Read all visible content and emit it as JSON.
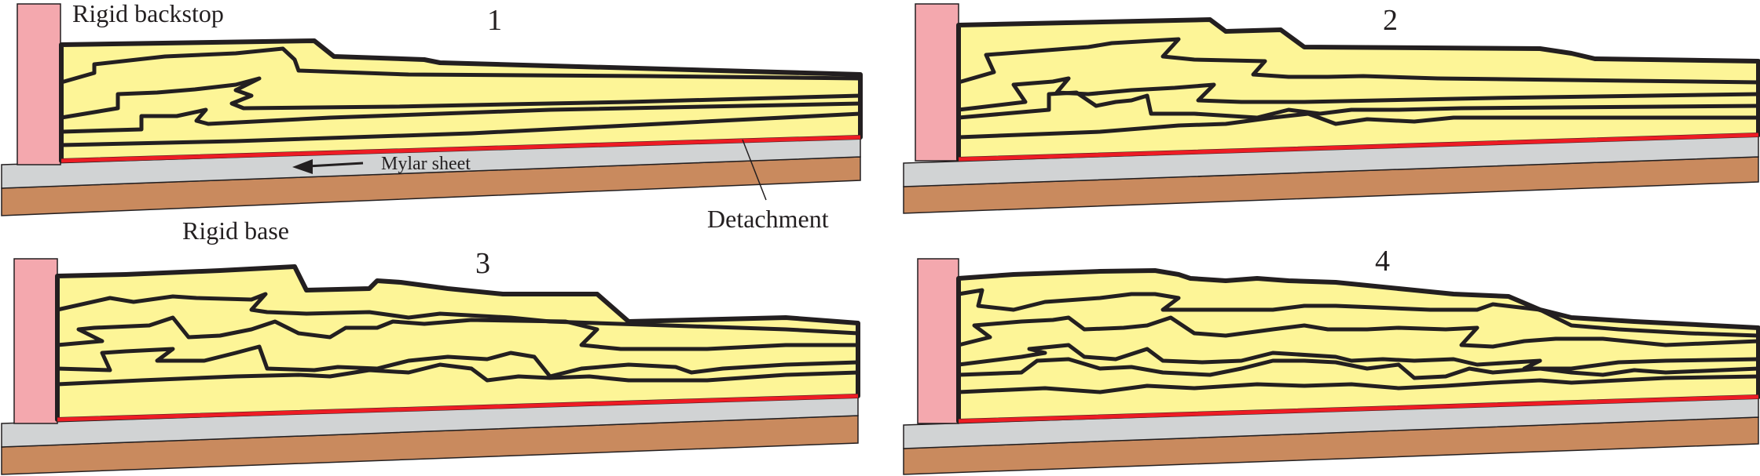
{
  "labels": {
    "rigid_backstop": "Rigid backstop",
    "rigid_base": "Rigid base",
    "mylar_sheet": "Mylar sheet",
    "detachment": "Detachment"
  },
  "panels": [
    {
      "number": "1"
    },
    {
      "number": "2"
    },
    {
      "number": "3"
    },
    {
      "number": "4"
    }
  ],
  "colors": {
    "sand": "#fdf597",
    "backstop": "#f4a8ae",
    "mylar": "#d1d3d4",
    "base": "#c98a5e",
    "detachment": "#ed1c24",
    "line": "#231f20"
  }
}
